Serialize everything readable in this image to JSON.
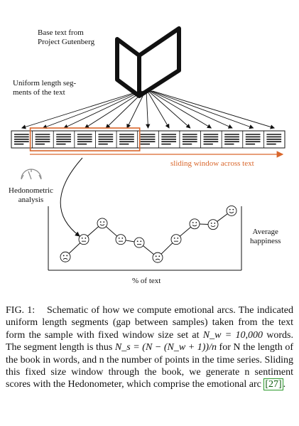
{
  "figure": {
    "base_text_label_line1": "Base text from",
    "base_text_label_line2": "Project Gutenberg",
    "segments_label_line1": "Uniform length seg-",
    "segments_label_line2": "ments of the text",
    "sliding_window_label": "sliding window across text",
    "hedonometric_label_line1": "Hedonometric",
    "hedonometric_label_line2": "analysis",
    "average_label_line1": "Average",
    "average_label_line2": "happiness",
    "x_axis_label": "% of text",
    "window_color": "#d9662b",
    "segment_count": 13,
    "window_segments": 5
  },
  "chart_data": {
    "type": "line",
    "xlabel": "% of text",
    "ylabel": "Average happiness",
    "points": [
      {
        "x": 1,
        "y": 0.1,
        "mood": "sad"
      },
      {
        "x": 2,
        "y": 0.38,
        "mood": "neutral"
      },
      {
        "x": 3,
        "y": 0.64,
        "mood": "happy"
      },
      {
        "x": 4,
        "y": 0.38,
        "mood": "neutral"
      },
      {
        "x": 5,
        "y": 0.33,
        "mood": "neutral"
      },
      {
        "x": 6,
        "y": 0.09,
        "mood": "sad"
      },
      {
        "x": 7,
        "y": 0.38,
        "mood": "neutral"
      },
      {
        "x": 8,
        "y": 0.63,
        "mood": "happy"
      },
      {
        "x": 9,
        "y": 0.62,
        "mood": "happy"
      },
      {
        "x": 10,
        "y": 0.84,
        "mood": "happy"
      }
    ]
  },
  "caption": {
    "fig_label": "FIG. 1:",
    "text_part1": "Schematic of how we compute emotional arcs. The indicated uniform length segments (gap between samples) taken from the text form the sample with fixed window size set at ",
    "nw_eq": "N_w = 10,000",
    "text_part2": " words. The segment length is thus ",
    "ns_eq": "N_s = (N − (N_w + 1))/n",
    "text_part3": " for N the length of the book in words, and n the number of points in the time series. Sliding this fixed size window through the book, we generate n sentiment scores with the Hedonometer, which comprise the emotional arc ",
    "cite": "[27]",
    "text_end": "."
  }
}
